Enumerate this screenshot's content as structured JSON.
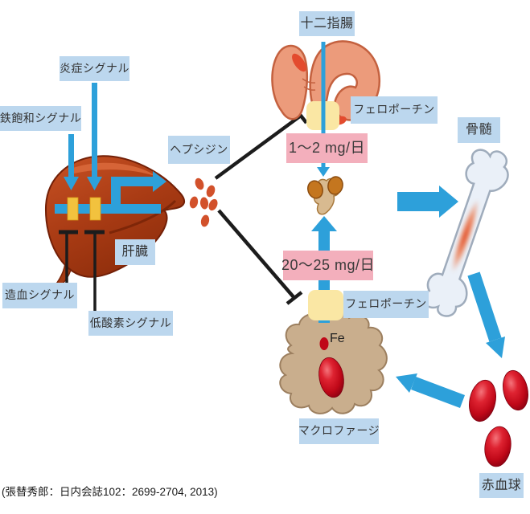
{
  "diagram": {
    "signals": {
      "inflammation": "炎症シグナル",
      "iron_saturation": "鉄飽和シグナル",
      "hematopoiesis": "造血シグナル",
      "hypoxia": "低酸素シグナル"
    },
    "organs": {
      "liver": "肝臓",
      "duodenum": "十二指腸",
      "bone_marrow": "骨髄",
      "macrophage": "マクロファージ",
      "red_blood_cell": "赤血球"
    },
    "molecules": {
      "hepcidin": "ヘプシジン",
      "ferroportin_duodenum": "フェロポーチン",
      "ferroportin_macrophage": "フェロポーチン",
      "iron": "Fe"
    },
    "flux": {
      "absorption": "1～2 mg/日",
      "recycling": "20～25 mg/日"
    },
    "citation": "(張替秀郎：日内会誌102：2699-2704, 2013)",
    "colors": {
      "label_bg": "#bcd7ee",
      "rate_bg": "#f3afbc",
      "arrow_blue": "#2da0da",
      "inhibition_black": "#1c1c1c",
      "liver": "#a93b14",
      "duodenum": "#ec9b7b",
      "bone": "#eaf0f8",
      "marrow_red": "#e0502c",
      "macrophage": "#c9ae8d",
      "rbc_red": "#c00818",
      "hepcidin_dot": "#d2512b",
      "ferroportin_yellow": "#fae7a4",
      "receptor_yellow": "#f2c23e"
    }
  }
}
